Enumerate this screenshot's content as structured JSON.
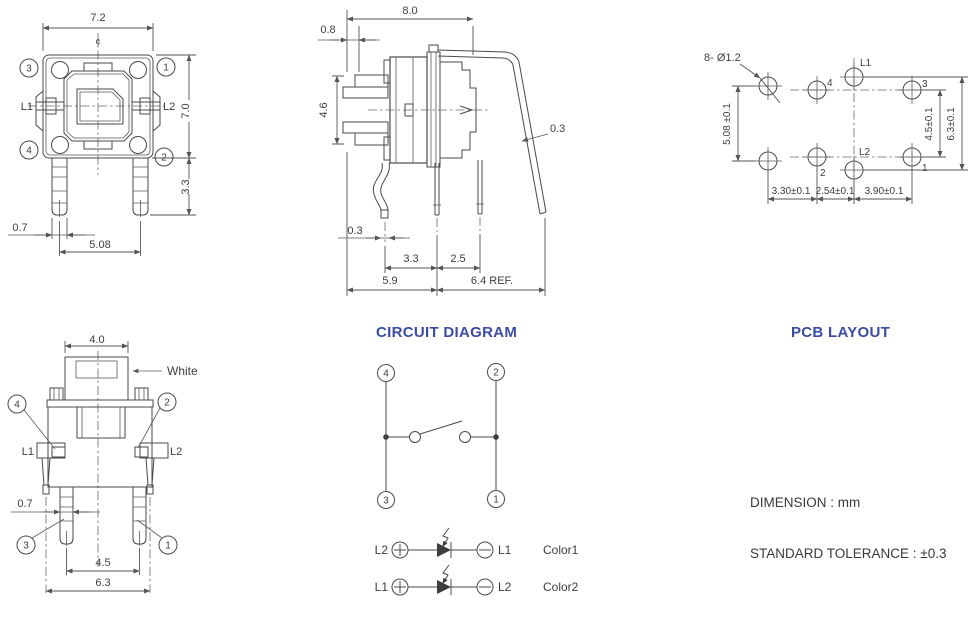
{
  "colors": {
    "line": "#4a4a4a",
    "title_blue": "#3b4ca3",
    "text": "#3d3d3d"
  },
  "front_view": {
    "dim_width": "7.2",
    "centerline_sym": "¢",
    "dim_height": "7.0",
    "dim_leg_height": "3.3",
    "dim_lead_width": "0.7",
    "dim_lead_pitch": "5.08",
    "pin_tl": "3",
    "pin_tr": "1",
    "pin_bl": "4",
    "pin_br": "2",
    "led_left": "L1",
    "led_right": "L2"
  },
  "side_view": {
    "dim_total_width": "8.0",
    "dim_step": "0.8",
    "dim_body_height": "4.6",
    "dim_lead_thickness_right": "0.3",
    "dim_lead_thickness_bottom": "0.3",
    "dim_pitch_a": "3.3",
    "dim_pitch_b": "2.5",
    "dim_body_width": "5.9",
    "dim_bent_lead": "6.4 REF."
  },
  "pcb_view": {
    "title": "PCB LAYOUT",
    "hole_callout": "8- Ø1.2",
    "dim_row_pitch": "5.08 ±0.1",
    "dim_inner_height": "4.5±0.1",
    "dim_outer_height": "6.3±0.1",
    "dim_col1": "3.30±0.1",
    "dim_col2": "2.54±0.1",
    "dim_col3": "3.90±0.1",
    "pin1": "1",
    "pin2": "2",
    "pin3": "3",
    "pin4": "4",
    "led1": "L1",
    "led2": "L2"
  },
  "bottom_view": {
    "dim_button_width": "4.0",
    "cap_color_label": "White",
    "dim_lead_width": "0.7",
    "dim_inner_span": "4.5",
    "dim_outer_span": "6.3",
    "pin_tl": "4",
    "pin_tr": "2",
    "pin_bl": "3",
    "pin_br": "1",
    "led_left": "L1",
    "led_right": "L2"
  },
  "circuit": {
    "title": "CIRCUIT DIAGRAM",
    "term_tl": "4",
    "term_tr": "2",
    "term_bl": "3",
    "term_br": "1",
    "rows": [
      {
        "from": "L2",
        "to": "L1",
        "color": "Color1"
      },
      {
        "from": "L1",
        "to": "L2",
        "color": "Color2"
      }
    ]
  },
  "notes": {
    "dimension": "DIMENSION : mm",
    "tolerance": "STANDARD TOLERANCE : ±0.3"
  }
}
